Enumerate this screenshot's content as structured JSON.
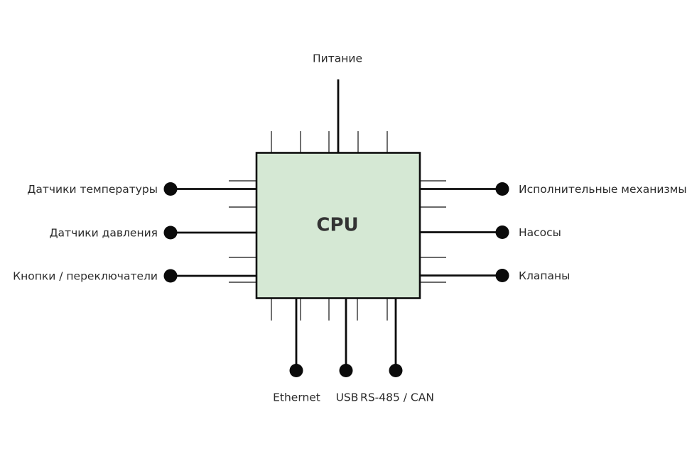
{
  "diagram": {
    "chip": {
      "label": "CPU"
    },
    "top_port": {
      "label": "Питание"
    },
    "left_ports": [
      {
        "label": "Датчики температуры"
      },
      {
        "label": "Датчики давления"
      },
      {
        "label": "Кнопки / переключатели"
      }
    ],
    "right_ports": [
      {
        "label": "Исполнительные механизмы"
      },
      {
        "label": "Насосы"
      },
      {
        "label": "Клапаны"
      }
    ],
    "bottom_ports": [
      {
        "label": "Ethernet"
      },
      {
        "label": "USB"
      },
      {
        "label": "RS-485 / CAN"
      }
    ],
    "colors": {
      "chip_fill": "#d5e8d4",
      "chip_border": "#0d0d0d",
      "line": "#0b0b0b",
      "dot": "#0b0b0b",
      "label_text": "#2b2b2b",
      "chip_text": "#333333",
      "background": "#ffffff"
    }
  }
}
